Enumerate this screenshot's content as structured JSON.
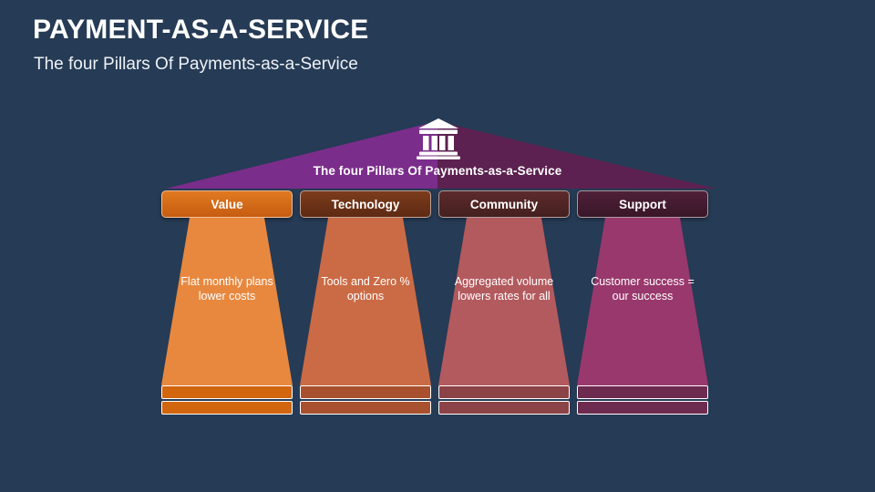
{
  "page": {
    "background_color": "#263b55",
    "title": "PAYMENT-AS-A-SERVICE",
    "subtitle": "The four Pillars Of Payments-as-a-Service"
  },
  "roof": {
    "label": "The four Pillars Of Payments-as-a-Service",
    "left_color": "#7b2d8b",
    "right_color": "#5c2150",
    "icon_name": "bank-icon"
  },
  "pillars": [
    {
      "title": "Value",
      "body": "Flat monthly plans lower costs",
      "cap_color_start": "#e07a20",
      "cap_color_end": "#c75c11",
      "shaft_color": "#e8883f",
      "base_color": "#d2660f"
    },
    {
      "title": "Technology",
      "body": "Tools and Zero % options",
      "cap_color_start": "#7d3c1c",
      "cap_color_end": "#5d2a13",
      "shaft_color": "#cb6b45",
      "base_color": "#a9512f"
    },
    {
      "title": "Community",
      "body": "Aggregated volume lowers rates for all",
      "cap_color_start": "#5d2a2c",
      "cap_color_end": "#44201f",
      "shaft_color": "#b35a5e",
      "base_color": "#8c4347"
    },
    {
      "title": "Support",
      "body": "Customer success = our success",
      "cap_color_start": "#4f2038",
      "cap_color_end": "#391628",
      "shaft_color": "#99386c",
      "base_color": "#6e2b50"
    }
  ]
}
